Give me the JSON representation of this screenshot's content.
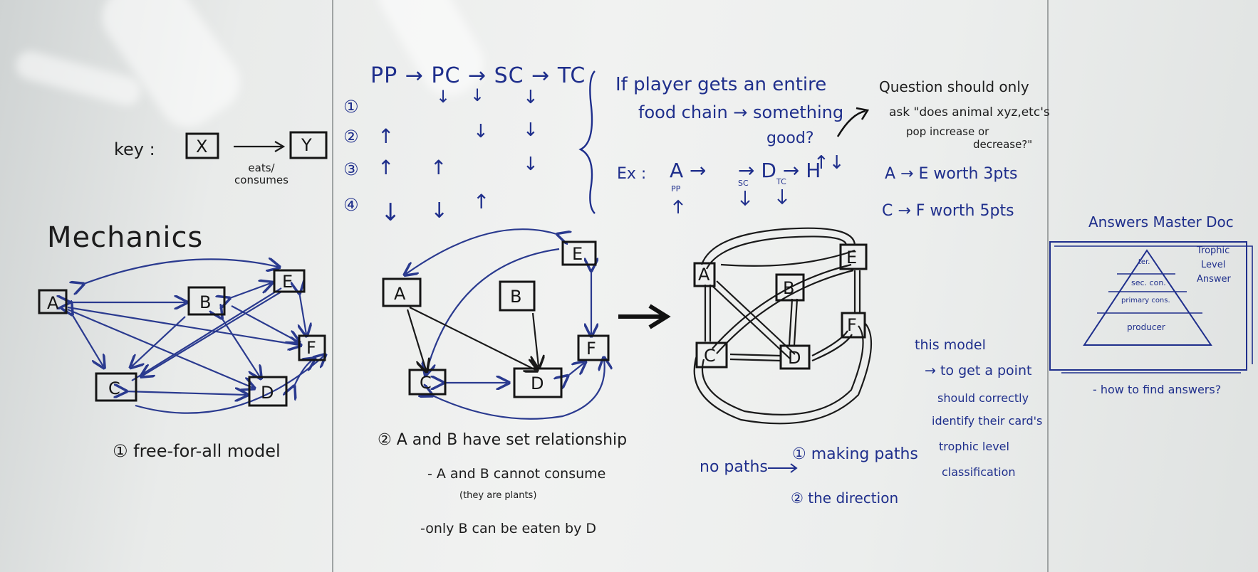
{
  "board": {
    "bg_color": "#e9ebea",
    "ink_dark": "#1a1a1a",
    "ink_blue": "#1f2f8c"
  },
  "key": {
    "label": "key :",
    "from": "X",
    "to": "Y",
    "arrow_note": "eats/ consumes"
  },
  "mechanics": {
    "title": "Mechanics",
    "nodes": [
      "A",
      "B",
      "C",
      "D",
      "E",
      "F"
    ],
    "caption": "① free-for-all model"
  },
  "trophic_chain": {
    "header": "PP → PC → SC → TC",
    "rows": [
      {
        "num": "①",
        "arrows": [
          "",
          "↓",
          "↓",
          "↓"
        ]
      },
      {
        "num": "②",
        "arrows": [
          "↑",
          "",
          "↓",
          "↓"
        ]
      },
      {
        "num": "③",
        "arrows": [
          "↑",
          "↑",
          "",
          "↓"
        ]
      },
      {
        "num": "④",
        "arrows": [
          "↓",
          "↓",
          "↑",
          ""
        ]
      }
    ]
  },
  "model2": {
    "nodes": [
      "A",
      "B",
      "C",
      "D",
      "E",
      "F"
    ],
    "caption": "② A and B have set relationship",
    "notes": [
      "- A and B cannot consume",
      "(they are plants)",
      "-only B can be eaten by D"
    ]
  },
  "food_chain": {
    "line1": "If player gets an entire",
    "line2": "food chain → something",
    "line3": "good?",
    "example_label": "Ex :",
    "example_chain": "A →     → D → H",
    "example_tags": [
      "PP",
      "SC",
      "TC"
    ],
    "example_updown": "↑↓"
  },
  "question": {
    "line1": "Question should only",
    "line2": "ask \"does animal xyz,etc's",
    "line3": "pop increase or",
    "line4": "decrease?\"",
    "scores": [
      "A → E worth 3pts",
      "C → F worth 5pts"
    ]
  },
  "model3": {
    "nodes": [
      "A",
      "B",
      "C",
      "D",
      "E",
      "F"
    ],
    "caption_left": "no paths",
    "caption_step1": "① making paths",
    "caption_step2": "② the direction"
  },
  "this_model": {
    "lines": [
      "this model",
      "→ to get a point",
      "should correctly",
      "identify their card's",
      "trophic level",
      "classification"
    ]
  },
  "answers_doc": {
    "title": "Answers Master Doc",
    "side_label": [
      "Trophic",
      "Level",
      "Answer"
    ],
    "pyramid_levels": [
      "ter.",
      "sec. con.",
      "primary cons.",
      "producer"
    ],
    "footnote": "- how to find answers?"
  }
}
